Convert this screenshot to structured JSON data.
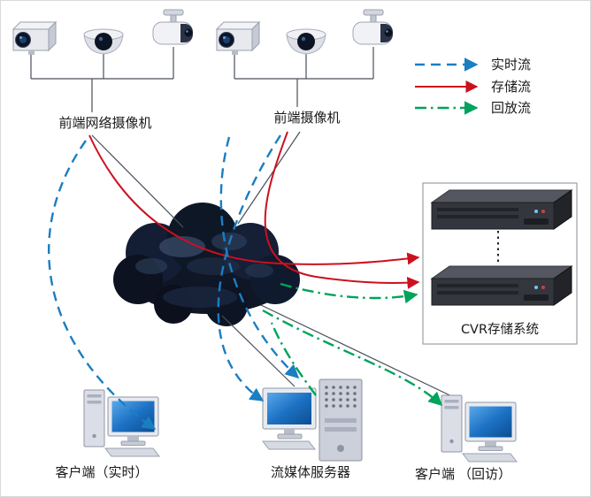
{
  "colors": {
    "realtime_stream": "#1a7ec2",
    "storage_stream": "#cc1020",
    "playback_stream": "#00a35c",
    "playback_label": "#cc2222"
  },
  "legend": {
    "items": [
      {
        "id": "realtime",
        "label": "实时流"
      },
      {
        "id": "storage",
        "label": "存储流"
      },
      {
        "id": "playback",
        "label": "回放流"
      }
    ]
  },
  "nodes": {
    "camera_group_1": {
      "label": "前端网络摄像机"
    },
    "camera_group_2": {
      "label": "前端摄像机"
    },
    "cvr": {
      "label": "CVR存储系统"
    },
    "client_realtime": {
      "label": "客户端（实时）"
    },
    "media_server": {
      "label": "流媒体服务器"
    },
    "client_playback": {
      "label": "客户端",
      "label_suffix": "（回访）"
    }
  }
}
